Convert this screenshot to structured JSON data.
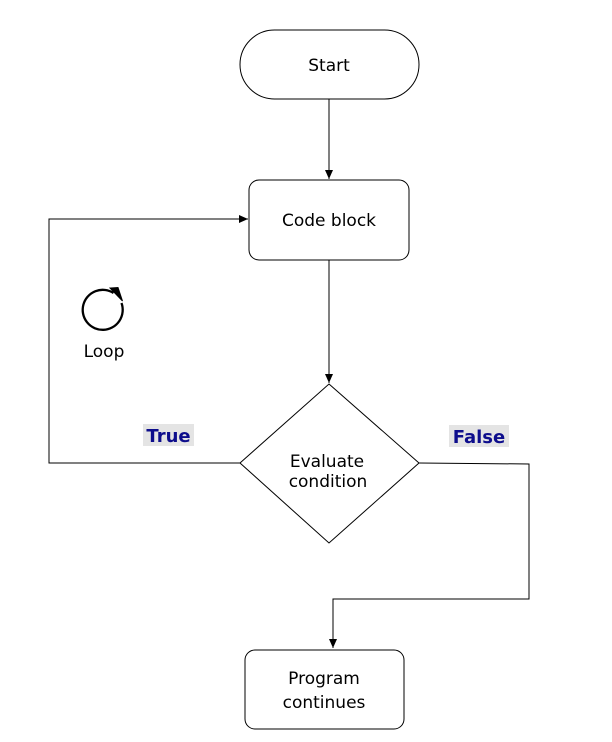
{
  "nodes": {
    "start": {
      "label": "Start"
    },
    "code_block": {
      "label": "Code block"
    },
    "evaluate": {
      "line1": "Evaluate",
      "line2": "condition"
    },
    "program": {
      "line1": "Program",
      "line2": "continues"
    }
  },
  "loop_annotation": {
    "icon": "loop-arrow-icon",
    "label": "Loop"
  },
  "edge_labels": {
    "true_label": "True",
    "false_label": "False"
  },
  "colors": {
    "stroke": "#000000",
    "label_text": "#0d0d8c",
    "label_background": "#e4e4e4"
  }
}
